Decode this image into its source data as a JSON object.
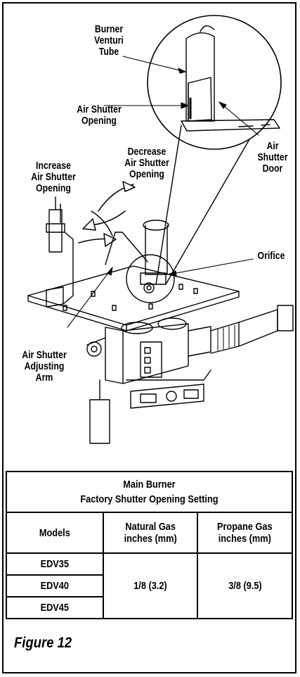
{
  "callouts": {
    "burner_venturi_tube": "Burner\nVenturi\nTube",
    "air_shutter_opening": "Air Shutter\nOpening",
    "air_shutter_door": "Air\nShutter\nDoor",
    "increase": "Increase\nAir Shutter\nOpening",
    "decrease": "Decrease\nAir Shutter\nOpening",
    "orifice": "Orifice",
    "adjusting_arm": "Air Shutter\nAdjusting\nArm"
  },
  "table": {
    "title": "Main Burner\nFactory Shutter Opening Setting",
    "headers": [
      "Models",
      "Natural Gas\ninches (mm)",
      "Propane Gas\ninches (mm)"
    ],
    "models": [
      "EDV35",
      "EDV40",
      "EDV45"
    ],
    "natural_gas": "1/8 (3.2)",
    "propane_gas": "3/8 (9.5)"
  },
  "figure_caption": "Figure 12"
}
